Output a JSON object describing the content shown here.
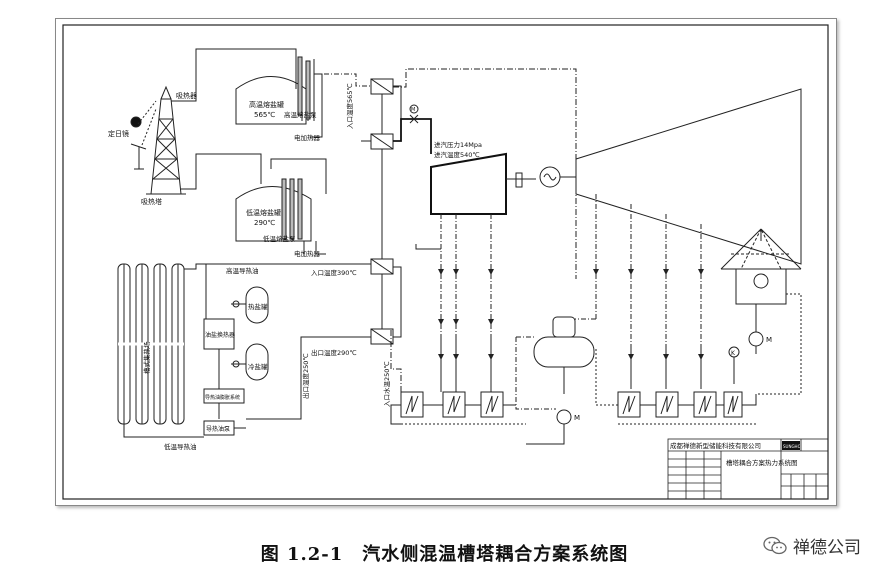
{
  "labels": {
    "receiver": "吸热器",
    "heliostat": "定日镜",
    "tower": "吸热塔",
    "hot_tank": "高温熔盐罐",
    "hot_temp": "565℃",
    "hot_pump": "高温熔盐泵",
    "heater1": "电加热器",
    "cold_tank": "低温熔盐罐",
    "cold_temp": "290℃",
    "cold_pump": "低温熔盐泵",
    "heater2": "电加热器",
    "inlet_top": "入口温度565℃",
    "steam_pressure": "进汽压力14Mpa",
    "steam_temp": "进汽温度540℃",
    "hot_oil": "高温导热油",
    "inlet_390": "入口温度390℃",
    "hot_salt_tank": "热盐罐",
    "oil_hx": "油盐换热器",
    "cold_salt_tank": "冷盐罐",
    "outlet_290": "出口温度290℃",
    "outlet_250": "出口温度250℃",
    "inlet_250": "入口水温250℃",
    "oil_expansion": "导热油膨胀系统",
    "oil_pump": "导热油泵",
    "trough_field": "槽式集热场",
    "low_oil": "低温导热油",
    "m": "M",
    "k": "K"
  },
  "title_block": {
    "company": "成都禅德新型储能科技有限公司",
    "logo": "SUNGHO",
    "drawing_title": "槽塔耦合方案热力系统图"
  },
  "caption": "图 1.2-1　汽水侧混温槽塔耦合方案系统图",
  "watermark": "禅德公司"
}
